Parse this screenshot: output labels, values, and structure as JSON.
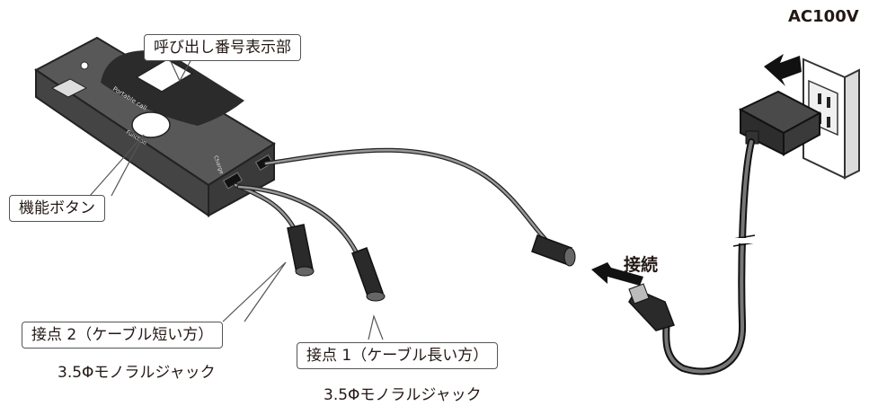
{
  "labels": {
    "display_callout": "呼び出し番号表示部",
    "function_button_callout": "機能ボタン",
    "contact2_callout": "接点 2（ケーブル短い方）",
    "contact2_jack": "3.5Φモノラルジャック",
    "contact1_callout": "接点 1（ケーブル長い方）",
    "contact1_jack": "3.5Φモノラルジャック",
    "connect": "接続",
    "power": "AC100V"
  },
  "device_printing": {
    "model": "Portable call",
    "button": "Function",
    "port": "Charge"
  }
}
